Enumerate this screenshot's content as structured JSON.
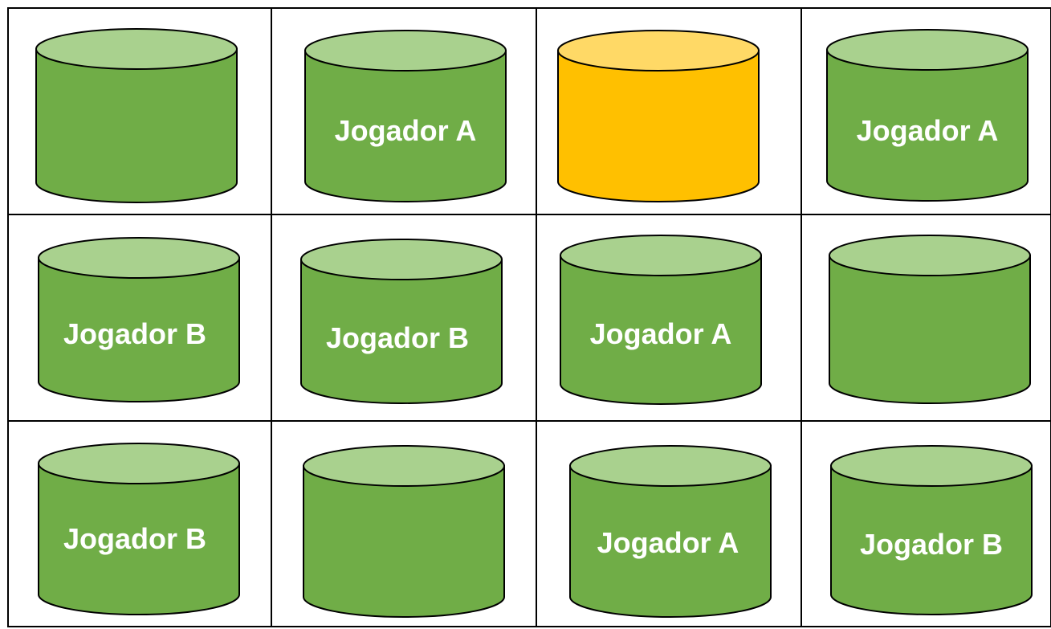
{
  "board": {
    "rows": 3,
    "cols": 4,
    "colors": {
      "default_side": "#70ad47",
      "default_top": "#a9d18e",
      "highlight_side": "#ffc000",
      "highlight_top": "#ffd966",
      "outline": "#000000",
      "text": "#ffffff",
      "grid": "#000000"
    },
    "cells": [
      {
        "label": "",
        "state": "empty"
      },
      {
        "label": "Jogador A",
        "state": "player"
      },
      {
        "label": "",
        "state": "highlighted"
      },
      {
        "label": "Jogador A",
        "state": "player"
      },
      {
        "label": "Jogador B",
        "state": "player"
      },
      {
        "label": "Jogador B",
        "state": "player"
      },
      {
        "label": "Jogador A",
        "state": "player"
      },
      {
        "label": "",
        "state": "empty"
      },
      {
        "label": "Jogador B",
        "state": "player"
      },
      {
        "label": "",
        "state": "empty"
      },
      {
        "label": "Jogador A",
        "state": "player"
      },
      {
        "label": "Jogador B",
        "state": "player"
      }
    ]
  }
}
